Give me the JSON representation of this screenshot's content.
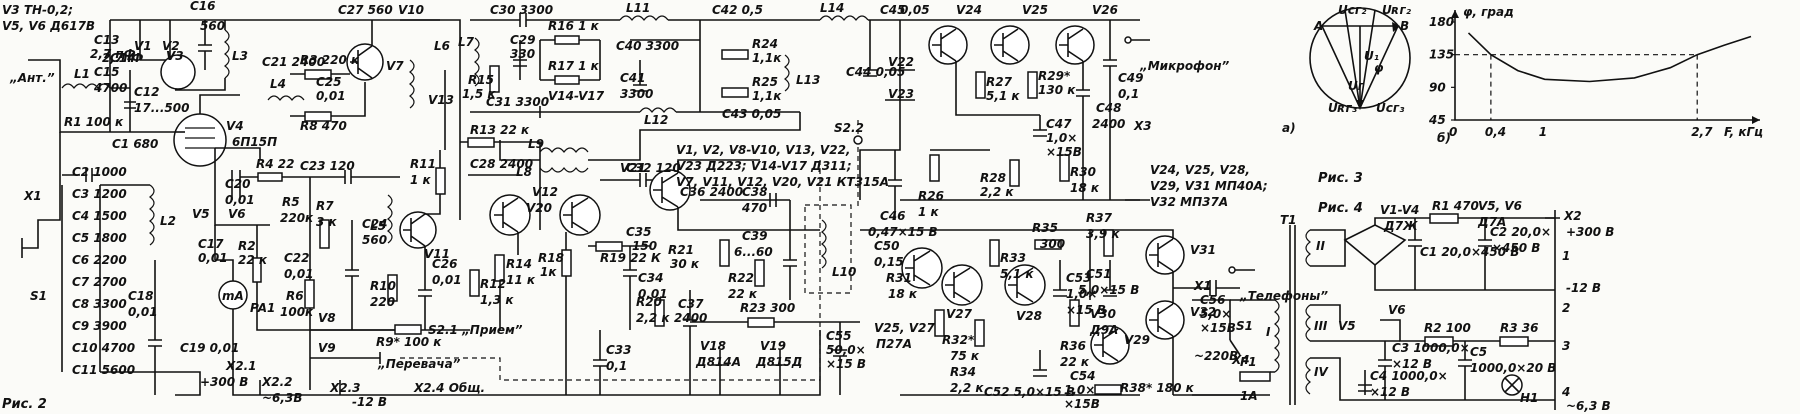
{
  "fig2": {
    "caption": "Рис. 2",
    "labels": [
      {
        "id": "v3-type",
        "t": "V3  ТН-0,2;"
      },
      {
        "id": "v56-type",
        "t": "V5, V6 Д617В"
      },
      {
        "id": "ant",
        "t": "„Ант.”"
      },
      {
        "id": "c13",
        "t": "С13"
      },
      {
        "id": "c13v",
        "t": "2,7 пФ"
      },
      {
        "id": "c14",
        "t": "С14"
      },
      {
        "id": "c14v",
        "t": "2,7пФ"
      },
      {
        "id": "c15",
        "t": "С15"
      },
      {
        "id": "c15v",
        "t": "4700"
      },
      {
        "id": "l1",
        "t": "L1"
      },
      {
        "id": "c12",
        "t": "С12"
      },
      {
        "id": "c12v",
        "t": "17...500"
      },
      {
        "id": "r1",
        "t": "R1  100 к"
      },
      {
        "id": "c1",
        "t": "С1  680"
      },
      {
        "id": "x1",
        "t": "X1"
      },
      {
        "id": "s1",
        "t": "S1"
      },
      {
        "id": "c2",
        "t": "С2  1000"
      },
      {
        "id": "c3",
        "t": "С3  1200"
      },
      {
        "id": "c4",
        "t": "С4  1500"
      },
      {
        "id": "c5",
        "t": "С5  1800"
      },
      {
        "id": "c6",
        "t": "С6  2200"
      },
      {
        "id": "c7",
        "t": "С7  2700"
      },
      {
        "id": "c8",
        "t": "С8  3300"
      },
      {
        "id": "c9",
        "t": "С9  3900"
      },
      {
        "id": "c10",
        "t": "С10  4700"
      },
      {
        "id": "c11",
        "t": "С11  5600"
      },
      {
        "id": "l2",
        "t": "L2"
      },
      {
        "id": "c18",
        "t": "С18"
      },
      {
        "id": "c18v",
        "t": "0,01"
      },
      {
        "id": "v1",
        "t": "V1"
      },
      {
        "id": "v2",
        "t": "V2"
      },
      {
        "id": "c16",
        "t": "С16"
      },
      {
        "id": "c16v",
        "t": "560"
      },
      {
        "id": "l3",
        "t": "L3"
      },
      {
        "id": "v3",
        "t": "V3"
      },
      {
        "id": "v4",
        "t": "V4"
      },
      {
        "id": "v4type",
        "t": "6П15П"
      },
      {
        "id": "c20",
        "t": "С20"
      },
      {
        "id": "c20v",
        "t": "0,01"
      },
      {
        "id": "v5",
        "t": "V5"
      },
      {
        "id": "v6",
        "t": "V6"
      },
      {
        "id": "c17",
        "t": "С17"
      },
      {
        "id": "c17v",
        "t": "0,01"
      },
      {
        "id": "r2",
        "t": "R2"
      },
      {
        "id": "r2v",
        "t": "22 к"
      },
      {
        "id": "ma",
        "t": "mA"
      },
      {
        "id": "pa1",
        "t": "PA1"
      },
      {
        "id": "c19",
        "t": "С19  0,01"
      },
      {
        "id": "x21",
        "t": "X2.1"
      },
      {
        "id": "p300",
        "t": "+300 В"
      },
      {
        "id": "r4",
        "t": "R4  22"
      },
      {
        "id": "c21",
        "t": "С21  2400"
      },
      {
        "id": "r3",
        "t": "R3  220 к"
      },
      {
        "id": "l4",
        "t": "L4"
      },
      {
        "id": "r8",
        "t": "R8  470"
      },
      {
        "id": "c27",
        "t": "С27  560"
      },
      {
        "id": "c25",
        "t": "С25"
      },
      {
        "id": "c25v",
        "t": "0,01"
      },
      {
        "id": "v7",
        "t": "V7"
      },
      {
        "id": "v10",
        "t": "V10"
      },
      {
        "id": "v13",
        "t": "V13"
      },
      {
        "id": "l6",
        "t": "L6"
      },
      {
        "id": "c23",
        "t": "С23  120"
      },
      {
        "id": "r7",
        "t": "R7"
      },
      {
        "id": "r7v",
        "t": "3 к"
      },
      {
        "id": "r5",
        "t": "R5"
      },
      {
        "id": "r5v",
        "t": "220к"
      },
      {
        "id": "c24",
        "t": "С24"
      },
      {
        "id": "c24v",
        "t": "560"
      },
      {
        "id": "c22",
        "t": "С22"
      },
      {
        "id": "c22v",
        "t": "0,01"
      },
      {
        "id": "l5",
        "t": "L5"
      },
      {
        "id": "v11",
        "t": "V11"
      },
      {
        "id": "r11",
        "t": "R11"
      },
      {
        "id": "r11v",
        "t": "1 к"
      },
      {
        "id": "r13",
        "t": "R13  22 к"
      },
      {
        "id": "c28",
        "t": "С28  2400"
      },
      {
        "id": "v12",
        "t": "V12"
      },
      {
        "id": "r10",
        "t": "R10"
      },
      {
        "id": "r10v",
        "t": "220"
      },
      {
        "id": "c26",
        "t": "С26"
      },
      {
        "id": "c26v",
        "t": "0,01"
      },
      {
        "id": "r14",
        "t": "R14"
      },
      {
        "id": "r14v",
        "t": "11 к"
      },
      {
        "id": "r12",
        "t": "R12"
      },
      {
        "id": "r12v",
        "t": "1,3 к"
      },
      {
        "id": "r6",
        "t": "R6"
      },
      {
        "id": "r6v",
        "t": "100к"
      },
      {
        "id": "v8",
        "t": "V8"
      },
      {
        "id": "v9",
        "t": "V9"
      },
      {
        "id": "r9",
        "t": "R9*  100 к"
      },
      {
        "id": "s21",
        "t": "S2.1  „Прием”"
      },
      {
        "id": "perevacha",
        "t": "„Перевача”"
      },
      {
        "id": "x22",
        "t": "X2.2"
      },
      {
        "id": "m63",
        "t": "~6,3В"
      },
      {
        "id": "x23",
        "t": "X2.3"
      },
      {
        "id": "m12",
        "t": "-12 В"
      },
      {
        "id": "x24",
        "t": "X2.4  Общ."
      },
      {
        "id": "c30",
        "t": "С30  3300"
      },
      {
        "id": "c29",
        "t": "С29"
      },
      {
        "id": "c29v",
        "t": "330"
      },
      {
        "id": "l7",
        "t": "L7"
      },
      {
        "id": "r15",
        "t": "R15"
      },
      {
        "id": "r15v",
        "t": "1,5 к"
      },
      {
        "id": "r16",
        "t": "R16  1 к"
      },
      {
        "id": "r17",
        "t": "R17  1 к"
      },
      {
        "id": "v1417",
        "t": "V14-V17"
      },
      {
        "id": "c31",
        "t": "С31  3300"
      },
      {
        "id": "l11",
        "t": "L11"
      },
      {
        "id": "c40",
        "t": "С40  3300"
      },
      {
        "id": "c41",
        "t": "С41"
      },
      {
        "id": "c41v",
        "t": "3300"
      },
      {
        "id": "l12",
        "t": "L12"
      },
      {
        "id": "c42",
        "t": "С42   0,5"
      },
      {
        "id": "r24",
        "t": "R24"
      },
      {
        "id": "r24v",
        "t": "1,1к"
      },
      {
        "id": "r25",
        "t": "R25"
      },
      {
        "id": "r25v",
        "t": "1,1к"
      },
      {
        "id": "l13",
        "t": "L13"
      },
      {
        "id": "c43",
        "t": "С43   0,05"
      },
      {
        "id": "l9",
        "t": "L9"
      },
      {
        "id": "l8",
        "t": "L8"
      },
      {
        "id": "c32",
        "t": "С32  120"
      },
      {
        "id": "v20",
        "t": "V20"
      },
      {
        "id": "v21",
        "t": "V21"
      },
      {
        "id": "r18",
        "t": "R18"
      },
      {
        "id": "r18v",
        "t": "1к"
      },
      {
        "id": "r19",
        "t": "R19  22 К"
      },
      {
        "id": "c35",
        "t": "С35"
      },
      {
        "id": "c35v",
        "t": "150"
      },
      {
        "id": "c34",
        "t": "С34"
      },
      {
        "id": "c34v",
        "t": "0,01"
      },
      {
        "id": "c36",
        "t": "С36  2400"
      },
      {
        "id": "r21",
        "t": "R21"
      },
      {
        "id": "r21v",
        "t": "30 к"
      },
      {
        "id": "r20",
        "t": "R20"
      },
      {
        "id": "r20v",
        "t": "2,2 к"
      },
      {
        "id": "c37",
        "t": "С37"
      },
      {
        "id": "c37v",
        "t": "2400"
      },
      {
        "id": "r22",
        "t": "R22"
      },
      {
        "id": "r22v",
        "t": "22 к"
      },
      {
        "id": "c38",
        "t": "С38"
      },
      {
        "id": "c38v",
        "t": "470"
      },
      {
        "id": "c39",
        "t": "С39"
      },
      {
        "id": "c39v",
        "t": "6...60"
      },
      {
        "id": "l10",
        "t": "L10"
      },
      {
        "id": "r23",
        "t": "R23  300"
      },
      {
        "id": "c33",
        "t": "С33"
      },
      {
        "id": "c33v",
        "t": "0,1"
      },
      {
        "id": "v18",
        "t": "V18"
      },
      {
        "id": "v18t",
        "t": "Д814А"
      },
      {
        "id": "v19",
        "t": "V19"
      },
      {
        "id": "v19t",
        "t": "Д815Д"
      },
      {
        "id": "c55",
        "t": "С55"
      },
      {
        "id": "c55v",
        "t": "50,0×"
      },
      {
        "id": "c55v2",
        "t": "×15 В"
      },
      {
        "id": "types1",
        "t": "V1, V2, V8-V10, V13, V22,"
      },
      {
        "id": "types2",
        "t": "V23  Д223; V14-V17  Д311;"
      },
      {
        "id": "types3",
        "t": "V7, V11, V12, V20, V21    КТ315А"
      },
      {
        "id": "l14",
        "t": "L14"
      },
      {
        "id": "c45",
        "t": "С45"
      },
      {
        "id": "c44",
        "t": "С44  0,05"
      },
      {
        "id": "v22",
        "t": "V22"
      },
      {
        "id": "v23",
        "t": "V23"
      },
      {
        "id": "s22",
        "t": "S2.2"
      },
      {
        "id": "c46",
        "t": "С46"
      },
      {
        "id": "c46v",
        "t": "0,47×15 В"
      },
      {
        "id": "r26",
        "t": "R26"
      },
      {
        "id": "r26v",
        "t": "1 к"
      },
      {
        "id": "v24",
        "t": "V24"
      },
      {
        "id": "v25",
        "t": "V25"
      },
      {
        "id": "v26",
        "t": "V26"
      },
      {
        "id": "c0_05",
        "t": "0,05"
      },
      {
        "id": "r27",
        "t": "R27"
      },
      {
        "id": "r27v",
        "t": "5,1 к"
      },
      {
        "id": "r29",
        "t": "R29*"
      },
      {
        "id": "r29v",
        "t": "130 к"
      },
      {
        "id": "c47",
        "t": "С47"
      },
      {
        "id": "c47v",
        "t": "1,0×"
      },
      {
        "id": "c47v2",
        "t": "×15В"
      },
      {
        "id": "c48",
        "t": "С48"
      },
      {
        "id": "c48v",
        "t": "2400"
      },
      {
        "id": "c49",
        "t": "С49"
      },
      {
        "id": "c49v",
        "t": "0,1"
      },
      {
        "id": "r28",
        "t": "R28"
      },
      {
        "id": "r28v",
        "t": "2,2 к"
      },
      {
        "id": "r30",
        "t": "R30"
      },
      {
        "id": "r30v",
        "t": "18 к"
      },
      {
        "id": "x3",
        "t": "X3"
      },
      {
        "id": "mic",
        "t": "„Микрофон”"
      },
      {
        "id": "types4",
        "t": "V24, V25, V28,"
      },
      {
        "id": "types5",
        "t": "V29, V31  МП40А;"
      },
      {
        "id": "types6",
        "t": "V32   МП37А"
      },
      {
        "id": "c50",
        "t": "С50"
      },
      {
        "id": "c50v",
        "t": "0,15"
      },
      {
        "id": "r31",
        "t": "R31"
      },
      {
        "id": "r31v",
        "t": "18 к"
      },
      {
        "id": "v2527",
        "t": "V25, V27"
      },
      {
        "id": "p27a",
        "t": "П27А"
      },
      {
        "id": "v27",
        "t": "V27"
      },
      {
        "id": "r32",
        "t": "R32*"
      },
      {
        "id": "r32v",
        "t": "75 к"
      },
      {
        "id": "r34",
        "t": "R34"
      },
      {
        "id": "r34v",
        "t": "2,2 к"
      },
      {
        "id": "r33",
        "t": "R33"
      },
      {
        "id": "r33v",
        "t": "5,1 к"
      },
      {
        "id": "v28",
        "t": "V28"
      },
      {
        "id": "r35",
        "t": "R35"
      },
      {
        "id": "r35v",
        "t": "300"
      },
      {
        "id": "c53",
        "t": "С53"
      },
      {
        "id": "c53v",
        "t": "1,0×"
      },
      {
        "id": "c53v2",
        "t": "×15 В"
      },
      {
        "id": "r36",
        "t": "R36"
      },
      {
        "id": "r36v",
        "t": "22 к"
      },
      {
        "id": "c52",
        "t": "С52  5,0×15 В"
      },
      {
        "id": "r37",
        "t": "R37"
      },
      {
        "id": "r37v",
        "t": "3,9 к"
      },
      {
        "id": "c51",
        "t": "С51"
      },
      {
        "id": "c51v",
        "t": "5,0×15 В"
      },
      {
        "id": "v30",
        "t": "V30"
      },
      {
        "id": "v30t",
        "t": "Д9А"
      },
      {
        "id": "v31",
        "t": "V31"
      },
      {
        "id": "v32",
        "t": "V32"
      },
      {
        "id": "v29",
        "t": "V29"
      },
      {
        "id": "c54",
        "t": "С54"
      },
      {
        "id": "c54v",
        "t": "1,0×"
      },
      {
        "id": "c54v2",
        "t": "×15В"
      },
      {
        "id": "r38",
        "t": "R38*  180 к"
      },
      {
        "id": "c56",
        "t": "С56"
      },
      {
        "id": "c56v",
        "t": "5,0×"
      },
      {
        "id": "c56v2",
        "t": "×15В"
      },
      {
        "id": "x4",
        "t": "X4"
      },
      {
        "id": "tel",
        "t": "„Телефоны”"
      }
    ]
  },
  "fig3": {
    "caption": "Рис. 3",
    "label_a": "а)",
    "label_b": "б)",
    "vector_labels": [
      {
        "id": "ucg2",
        "t": "Uᴄг₂"
      },
      {
        "id": "urg2",
        "t": "Uʀг₂"
      },
      {
        "id": "a",
        "t": "A"
      },
      {
        "id": "b",
        "t": "B"
      },
      {
        "id": "u1",
        "t": "U₁"
      },
      {
        "id": "phi",
        "t": "φ"
      },
      {
        "id": "ug",
        "t": "Uг"
      },
      {
        "id": "urg3",
        "t": "Uʀг₃"
      },
      {
        "id": "ucg3",
        "t": "Uᴄг₃"
      }
    ],
    "chart_data": {
      "type": "line",
      "ylabel": "φ, град",
      "xlabel": "F, кГц",
      "x_ticks": [
        "0",
        "0,4",
        "1",
        "2,7"
      ],
      "y_ticks": [
        "45",
        "90",
        "135",
        "180"
      ],
      "ylim": [
        45,
        180
      ],
      "series": [
        {
          "x": [
            0.15,
            0.4,
            0.7,
            1.0,
            1.5,
            2.0,
            2.4,
            2.7,
            3.0,
            3.3
          ],
          "y": [
            165,
            135,
            113,
            101,
            98,
            103,
            117,
            135,
            148,
            160
          ]
        }
      ],
      "dashed_level": 135,
      "dashed_x": [
        0.4,
        2.7
      ]
    }
  },
  "fig4": {
    "caption": "Рис. 4",
    "labels": [
      {
        "id": "x1",
        "t": "X1"
      },
      {
        "id": "s1",
        "t": "S1"
      },
      {
        "id": "v220",
        "t": "~220В"
      },
      {
        "id": "f1",
        "t": "F1"
      },
      {
        "id": "f1v",
        "t": "1А"
      },
      {
        "id": "t1",
        "t": "T1"
      },
      {
        "id": "w1",
        "t": "I"
      },
      {
        "id": "w2",
        "t": "II"
      },
      {
        "id": "w3",
        "t": "III"
      },
      {
        "id": "w4",
        "t": "IV"
      },
      {
        "id": "v14",
        "t": "V1-V4"
      },
      {
        "id": "v14t",
        "t": "Д7Ж"
      },
      {
        "id": "r1",
        "t": "R1  470"
      },
      {
        "id": "v56",
        "t": "V5, V6"
      },
      {
        "id": "v56t",
        "t": "Д7А"
      },
      {
        "id": "x2",
        "t": "X2"
      },
      {
        "id": "c1",
        "t": "С1  20,0×450 В"
      },
      {
        "id": "c2",
        "t": "С2  20,0×"
      },
      {
        "id": "c2v",
        "t": "×450 В"
      },
      {
        "id": "p300",
        "t": "+300 В"
      },
      {
        "id": "v6",
        "t": "V6"
      },
      {
        "id": "v5",
        "t": "V5"
      },
      {
        "id": "r2",
        "t": "R2  100"
      },
      {
        "id": "c3",
        "t": "С3  1000,0×"
      },
      {
        "id": "c3v",
        "t": "×12 В"
      },
      {
        "id": "c5",
        "t": "С5"
      },
      {
        "id": "c5v",
        "t": "1000,0×20 В"
      },
      {
        "id": "r3",
        "t": "R3  36"
      },
      {
        "id": "m12",
        "t": "-12 В"
      },
      {
        "id": "c4",
        "t": "С4  1000,0×"
      },
      {
        "id": "c4v",
        "t": "×12 В"
      },
      {
        "id": "h1",
        "t": "H1"
      },
      {
        "id": "m63",
        "t": "~6,3 В"
      },
      {
        "id": "p1",
        "t": "1"
      },
      {
        "id": "p2",
        "t": "2"
      },
      {
        "id": "p3",
        "t": "3"
      },
      {
        "id": "p4",
        "t": "4"
      }
    ]
  }
}
